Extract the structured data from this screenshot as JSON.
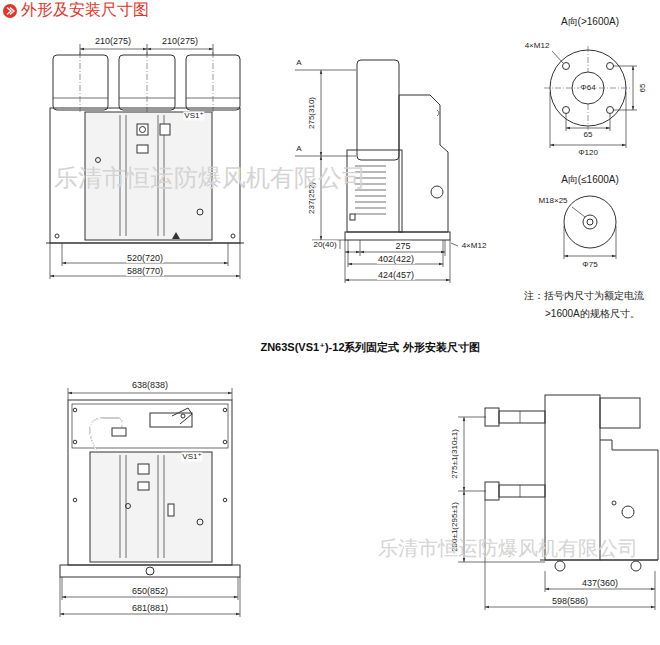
{
  "diagram": {
    "title": "外形及安装尺寸图",
    "caption": "ZN63S(VS1⁺)-12系列固定式 外形安装尺寸图",
    "labels": [
      "210(275)",
      "210(275)",
      "VS1⁺",
      "520(720)",
      "588(770)",
      "A",
      "A",
      "275(310)",
      "237(252)",
      "20(40)",
      "275",
      "4×M12",
      "402(422)",
      "424(457)",
      "A向(>1600A)",
      "4×M12",
      "Φ64",
      "65",
      "65",
      "Φ120",
      "A向(≤1600A)",
      "M18×25",
      "Φ75",
      "注：括号内尺寸为额定电流",
      ">1600A的规格尺寸。",
      "638(838)",
      "VS1⁺",
      "650(852)",
      "681(881)",
      "275±1(310±1)",
      "280±1(295±1)",
      "437(360)",
      "598(586)",
      "乐清市恒运防爆风机有限公司",
      "乐清市恒运防爆风机有限公司"
    ]
  }
}
